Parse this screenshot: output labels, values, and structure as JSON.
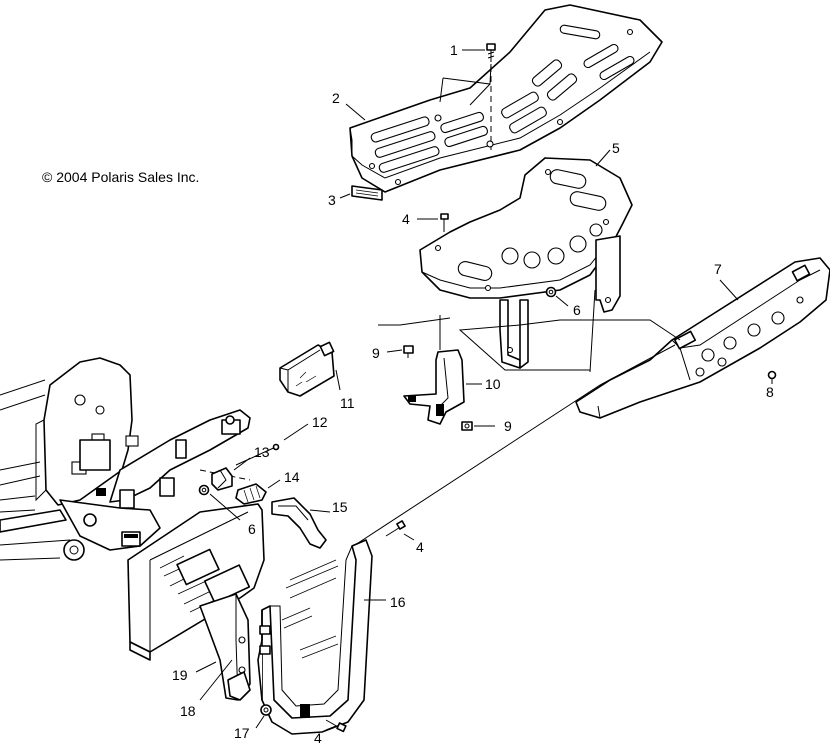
{
  "copyright": "© 2004 Polaris Sales Inc.",
  "callouts": [
    "1",
    "2",
    "3",
    "4",
    "5",
    "6",
    "7",
    "8",
    "9",
    "10",
    "11",
    "12",
    "13",
    "14",
    "6",
    "15",
    "4",
    "16",
    "19",
    "18",
    "17",
    "4",
    "9"
  ]
}
